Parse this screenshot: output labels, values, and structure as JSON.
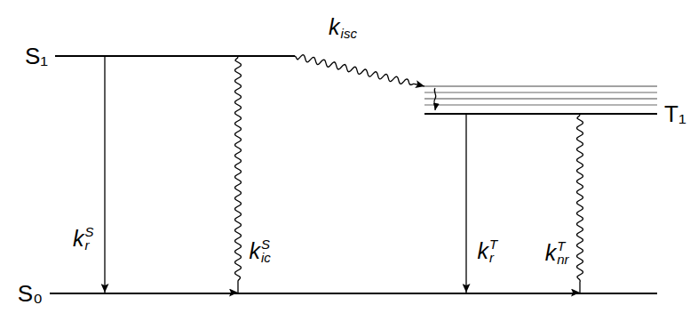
{
  "diagram": {
    "nodes": [
      {
        "text": [
          "S₁"
        ]
      },
      {
        "text": [
          "T₁"
        ]
      },
      {
        "text": [
          "S₀"
        ]
      }
    ],
    "edges": [
      {
        "from": 0,
        "to": 2,
        "arrow": "to",
        "label": "k"
      },
      {
        "from": 0,
        "to": 2,
        "arrow": "to",
        "label": "k"
      },
      {
        "from": 0,
        "to": 1,
        "arrow": "to",
        "label": "k"
      },
      {
        "from": 1,
        "to": 2,
        "arrow": "to",
        "label": "k"
      },
      {
        "from": 1,
        "to": 2,
        "arrow": "to",
        "label": "k"
      }
    ],
    "labels": [
      "S",
      "r",
      "S",
      "ic",
      "isc",
      "T",
      "r",
      "T",
      "nr"
    ]
  }
}
